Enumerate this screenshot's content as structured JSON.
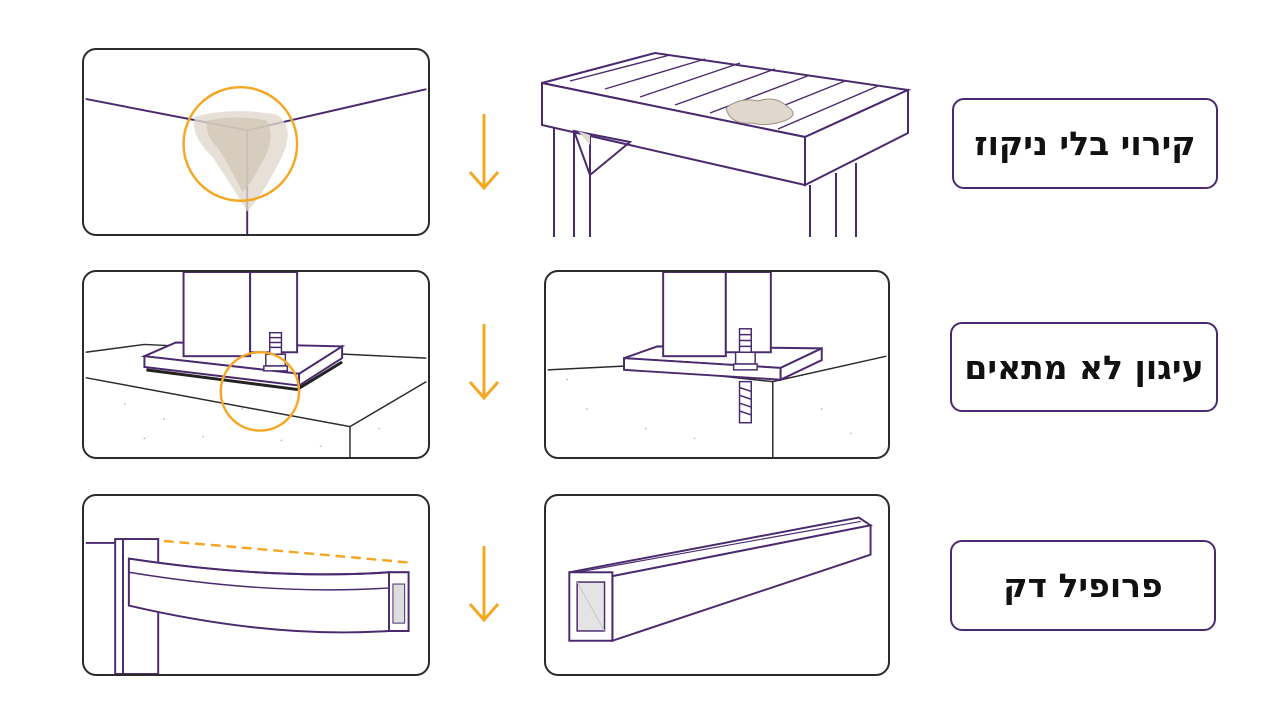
{
  "colors": {
    "outline": "#4a2a6e",
    "accent": "#f5a623",
    "stain": "#e0d8cc",
    "panel_border": "#2b2b2b"
  },
  "rows": [
    {
      "label": "קירוי בלי ניקוז",
      "problem_icon": "water-pooling-corner",
      "arrow_icon": "arrow-down-icon",
      "result_icon": "wet-deck-table"
    },
    {
      "label": "עיגון לא מתאים",
      "problem_icon": "loose-base-plate",
      "arrow_icon": "arrow-down-icon",
      "result_icon": "anchored-base-plate"
    },
    {
      "label": "פרופיל דק",
      "problem_icon": "sagging-beam",
      "arrow_icon": "arrow-down-icon",
      "result_icon": "square-steel-profile"
    }
  ]
}
